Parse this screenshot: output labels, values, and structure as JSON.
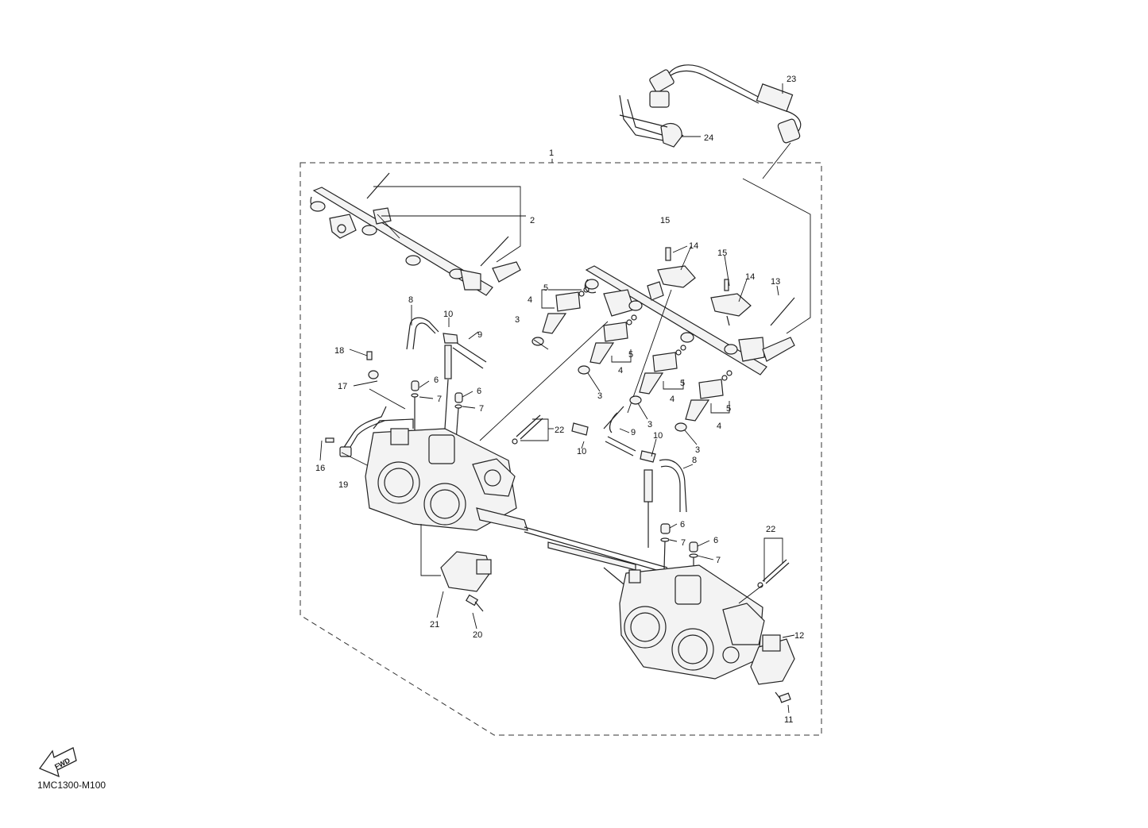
{
  "diagram_code": "1MC1300-M100",
  "fwd_label": "FWD",
  "callouts": {
    "c1": "1",
    "c2": "2",
    "c3a": "3",
    "c3b": "3",
    "c3c": "3",
    "c3d": "3",
    "c4a": "4",
    "c4b": "4",
    "c4c": "4",
    "c4d": "4",
    "c5a": "5",
    "c5b": "5",
    "c5c": "5",
    "c5d": "5",
    "c6a": "6",
    "c6b": "6",
    "c6c": "6",
    "c6d": "6",
    "c7a": "7",
    "c7b": "7",
    "c7c": "7",
    "c7d": "7",
    "c8a": "8",
    "c8b": "8",
    "c9a": "9",
    "c9b": "9",
    "c10a": "10",
    "c10b": "10",
    "c10c": "10",
    "c11": "11",
    "c12": "12",
    "c13": "13",
    "c14a": "14",
    "c14b": "14",
    "c15a": "15",
    "c15b": "15",
    "c16": "16",
    "c17": "17",
    "c18": "18",
    "c19": "19",
    "c20": "20",
    "c21": "21",
    "c22a": "22",
    "c22b": "22",
    "c23": "23",
    "c24": "24"
  }
}
